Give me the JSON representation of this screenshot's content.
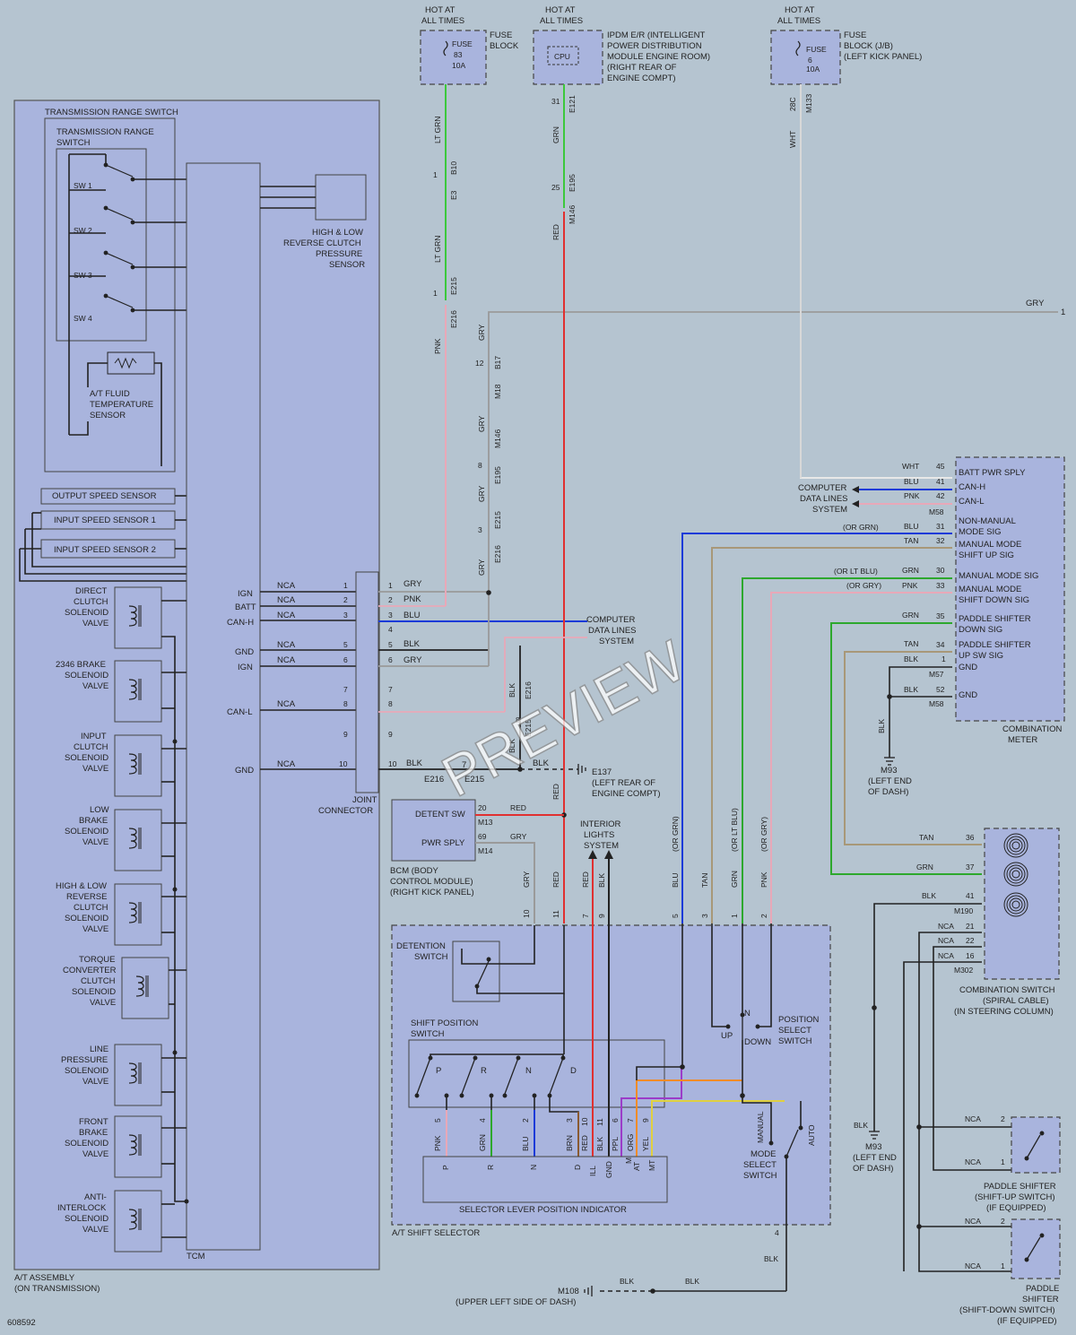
{
  "labels": {
    "hot1": [
      "HOT AT",
      "ALL TIMES"
    ],
    "hot2": [
      "HOT AT",
      "ALL TIMES"
    ],
    "hot3": [
      "HOT AT",
      "ALL TIMES"
    ],
    "fuse1": [
      "FUSE",
      "83",
      "10A"
    ],
    "fuse_block": [
      "FUSE",
      "BLOCK"
    ],
    "cpu": "CPU",
    "ipdm": [
      "IPDM E/R (INTELLIGENT",
      "POWER DISTRIBUTION",
      "MODULE ENGINE ROOM)",
      "(RIGHT REAR OF",
      "ENGINE COMPT)"
    ],
    "fuse3": [
      "FUSE",
      "6",
      "10A"
    ],
    "fuse_block_jb": [
      "FUSE",
      "BLOCK (J/B)",
      "(LEFT KICK PANEL)"
    ],
    "trs_outer": "TRANSMISSION RANGE SWITCH",
    "trs_inner": [
      "TRANSMISSION RANGE",
      "SWITCH"
    ],
    "sw1": "SW 1",
    "sw2": "SW 2",
    "sw3": "SW 3",
    "sw4": "SW 4",
    "hlrc_sensor": [
      "HIGH & LOW",
      "REVERSE CLUTCH",
      "PRESSURE",
      "SENSOR"
    ],
    "fluid_temp": [
      "A/T FLUID",
      "TEMPERATURE",
      "SENSOR"
    ],
    "oss": "OUTPUT SPEED SENSOR",
    "iss1": "INPUT SPEED SENSOR 1",
    "iss2": "INPUT SPEED SENSOR 2",
    "sol1": [
      "DIRECT",
      "CLUTCH",
      "SOLENOID",
      "VALVE"
    ],
    "sol2": [
      "2346 BRAKE",
      "SOLENOID",
      "VALVE"
    ],
    "sol3": [
      "INPUT",
      "CLUTCH",
      "SOLENOID",
      "VALVE"
    ],
    "sol4": [
      "LOW",
      "BRAKE",
      "SOLENOID",
      "VALVE"
    ],
    "sol5": [
      "HIGH & LOW",
      "REVERSE",
      "CLUTCH",
      "SOLENOID",
      "VALVE"
    ],
    "sol6": [
      "TORQUE",
      "CONVERTER",
      "CLUTCH",
      "SOLENOID",
      "VALVE"
    ],
    "sol7": [
      "LINE",
      "PRESSURE",
      "SOLENOID",
      "VALVE"
    ],
    "sol8": [
      "FRONT",
      "BRAKE",
      "SOLENOID",
      "VALVE"
    ],
    "sol9": [
      "ANTI-",
      "INTERLOCK",
      "SOLENOID",
      "VALVE"
    ],
    "tcm": "TCM",
    "at_assembly": [
      "A/T ASSEMBLY",
      "(ON TRANSMISSION)"
    ],
    "fig_no": "608592",
    "tcm_pins": [
      "IGN",
      "BATT",
      "CAN-H",
      "GND",
      "IGN",
      "CAN-L",
      "GND"
    ],
    "joint": [
      "JOINT",
      "CONNECTOR"
    ],
    "nca": "NCA",
    "e137": [
      "E137",
      "(LEFT REAR OF",
      "ENGINE COMPT)"
    ],
    "bcm": [
      "BCM (BODY",
      "CONTROL MODULE)",
      "(RIGHT KICK PANEL)"
    ],
    "detent_sw": "DETENT SW",
    "pwr_sply": "PWR SPLY",
    "interior": [
      "INTERIOR",
      "LIGHTS",
      "SYSTEM"
    ],
    "comp_data_lines": [
      "COMPUTER",
      "DATA LINES",
      "SYSTEM"
    ],
    "comp_data_lines2": [
      "COMPUTER",
      "DATA LINES",
      "SYSTEM"
    ],
    "cm_pins": [
      "BATT PWR SPLY",
      "CAN-H",
      "CAN-L",
      "NON-MANUAL",
      "MODE SIG",
      "MANUAL MODE",
      "SHIFT UP SIG",
      "MANUAL MODE SIG",
      "MANUAL MODE",
      "SHIFT DOWN SIG",
      "PADDLE SHIFTER",
      "DOWN SIG",
      "PADDLE SHIFTER",
      "UP SW SIG",
      "GND",
      "GND"
    ],
    "combination_meter": [
      "COMBINATION",
      "METER"
    ],
    "m93": [
      "M93",
      "(LEFT END",
      "OF DASH)"
    ],
    "m93b": [
      "M93",
      "(LEFT END",
      "OF DASH)"
    ],
    "detection_sw": [
      "DETENTION",
      "SWITCH"
    ],
    "shift_pos_sw": [
      "SHIFT POSITION",
      "SWITCH"
    ],
    "prnd": [
      "P",
      "R",
      "N",
      "D"
    ],
    "pos_select": [
      "POSITION",
      "SELECT",
      "SWITCH"
    ],
    "up": "UP",
    "n": "N",
    "down": "DOWN",
    "manual": "MANUAL",
    "auto": "AUTO",
    "mode_select": [
      "MODE",
      "SELECT",
      "SWITCH"
    ],
    "indicator_pins": [
      "P",
      "R",
      "N",
      "D",
      "ILL",
      "GND",
      "M",
      "AT",
      "MT"
    ],
    "sel_lever": "SELECTOR LEVER POSITION INDICATOR",
    "at_shift_selector": "A/T SHIFT SELECTOR",
    "m108": [
      "M108",
      "(UPPER LEFT SIDE OF DASH)"
    ],
    "comb_switch": [
      "COMBINATION SWITCH",
      "(SPIRAL CABLE)",
      "(IN STEERING COLUMN)"
    ],
    "paddle_up": [
      "PADDLE SHIFTER",
      "(SHIFT-UP SWITCH)",
      "(IF EQUIPPED)"
    ],
    "paddle_down": [
      "PADDLE",
      "SHIFTER",
      "(SHIFT-DOWN SWITCH)",
      "(IF EQUIPPED)"
    ],
    "watermark": "PREVIEW"
  },
  "wire_labels": {
    "lt_grn": "LT GRN",
    "grn": "GRN",
    "red": "RED",
    "wht": "WHT",
    "pnk": "PNK",
    "gry": "GRY",
    "blu": "BLU",
    "blk": "BLK",
    "tan": "TAN",
    "brn": "BRN",
    "ppl": "PPL",
    "org": "ORG",
    "yel": "YEL",
    "or_grn": "(OR GRN)",
    "or_lt_blu": "(OR LT BLU)",
    "or_gry": "(OR GRY)"
  },
  "connectors": {
    "B10": "B10",
    "E3": "E3",
    "E215": "E215",
    "E216": "E216",
    "E121": "E121",
    "E195": "E195",
    "M146": "M146",
    "M133": "M133",
    "B17": "B17",
    "M18": "M18",
    "M58": "M58",
    "M57": "M57",
    "M13": "M13",
    "M14": "M14",
    "M190": "M190",
    "M302": "M302",
    "c28C": "28C"
  },
  "pins": {
    "n1": "1",
    "n2": "2",
    "n3": "3",
    "n4": "4",
    "n5": "5",
    "n6": "6",
    "n7": "7",
    "n8": "8",
    "n9": "9",
    "n10": "10",
    "n11": "11",
    "n12": "12",
    "n16": "16",
    "n20": "20",
    "n21": "21",
    "n22": "22",
    "n25": "25",
    "n30": "30",
    "n31": "31",
    "n32": "32",
    "n33": "33",
    "n34": "34",
    "n35": "35",
    "n36": "36",
    "n37": "37",
    "n41": "41",
    "n42": "42",
    "n45": "45",
    "n52": "52",
    "n69": "69"
  }
}
